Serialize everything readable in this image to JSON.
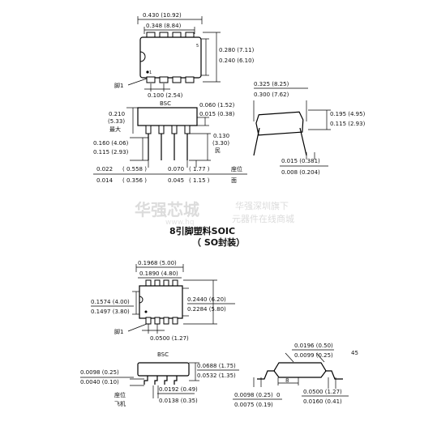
{
  "dip": {
    "top_w_outer": "0.430 (10.92)",
    "top_w_inner": "0.348 (8.84)",
    "h_outer": "0.280 (7.11)",
    "h_inner": "0.240 (6.10)",
    "pin1_label": "脚1",
    "pitch": "0.100 (2.54)",
    "pitch_bsc": "BSC",
    "side_h1a": "0.210",
    "side_h1b": "(5.33)",
    "side_h1c": "最大",
    "side_h2a": "0.160 (4.06)",
    "side_h2b": "0.115 (2.93)",
    "side_r1a": "0.060 (1.52)",
    "side_r1b": "0.015 (0.38)",
    "side_r2a": "0.130",
    "side_r2b": "(3.30)",
    "side_r2c": "民",
    "bottom_a1": "0.022",
    "bottom_a2": "( 0.558 )",
    "bottom_a3": "0.070",
    "bottom_a4": "( 1.77 )",
    "bottom_a5": "座位",
    "bottom_b1": "0.014",
    "bottom_b2": "( 0.356 )",
    "bottom_b3": "0.045",
    "bottom_b4": "( 1.15 )",
    "bottom_b5": "面",
    "end_w1": "0.325 (8.25)",
    "end_w2": "0.300 (7.62)",
    "end_r1": "0.195 (4.95)",
    "end_r2": "0.115 (2.93)",
    "end_b1": "0.015 (0.381)",
    "end_b2": "0.008 (0.204)"
  },
  "watermark": {
    "brand": "华强芯城",
    "line1": "华强深圳旗下",
    "line2": "元器件在线商城",
    "url": "www.hq"
  },
  "title": {
    "line1": "8引脚塑料SOIC",
    "line2": "（  SO封装）"
  },
  "soic": {
    "w1": "0.1968 (5.00)",
    "w2": "0.1890 (4.80)",
    "l1": "0.1574 (4.00)",
    "l2": "0.1497 (3.80)",
    "r1": "0.2440 (6.20)",
    "r2": "0.2284 (5.80)",
    "pin1_label": "脚1",
    "pitch": "0.0500 (1.27)",
    "pitch_bsc": "BSC",
    "side_l1": "0.0098 (0.25)",
    "side_l2": "0.0040 (0.10)",
    "side_r1": "0.0688 (1.75)",
    "side_r2": "0.0532 (1.35)",
    "side_b1": "0.0192 (0.49)",
    "side_b2": "0.0138 (0.35)",
    "side_lbl1": "座位",
    "side_lbl2": "飞机",
    "end_t1": "0.0196 (0.50)",
    "end_t2": "0.0099 (0.25)",
    "end_angle": "45",
    "end_num": "8",
    "end_b1": "0.0098 (0.25)",
    "end_b1_suffix": "0",
    "end_b2": "0.0075 (0.19)",
    "end_b3": "0.0500 (1.27)",
    "end_b4": "0.0160 (0.41)"
  }
}
